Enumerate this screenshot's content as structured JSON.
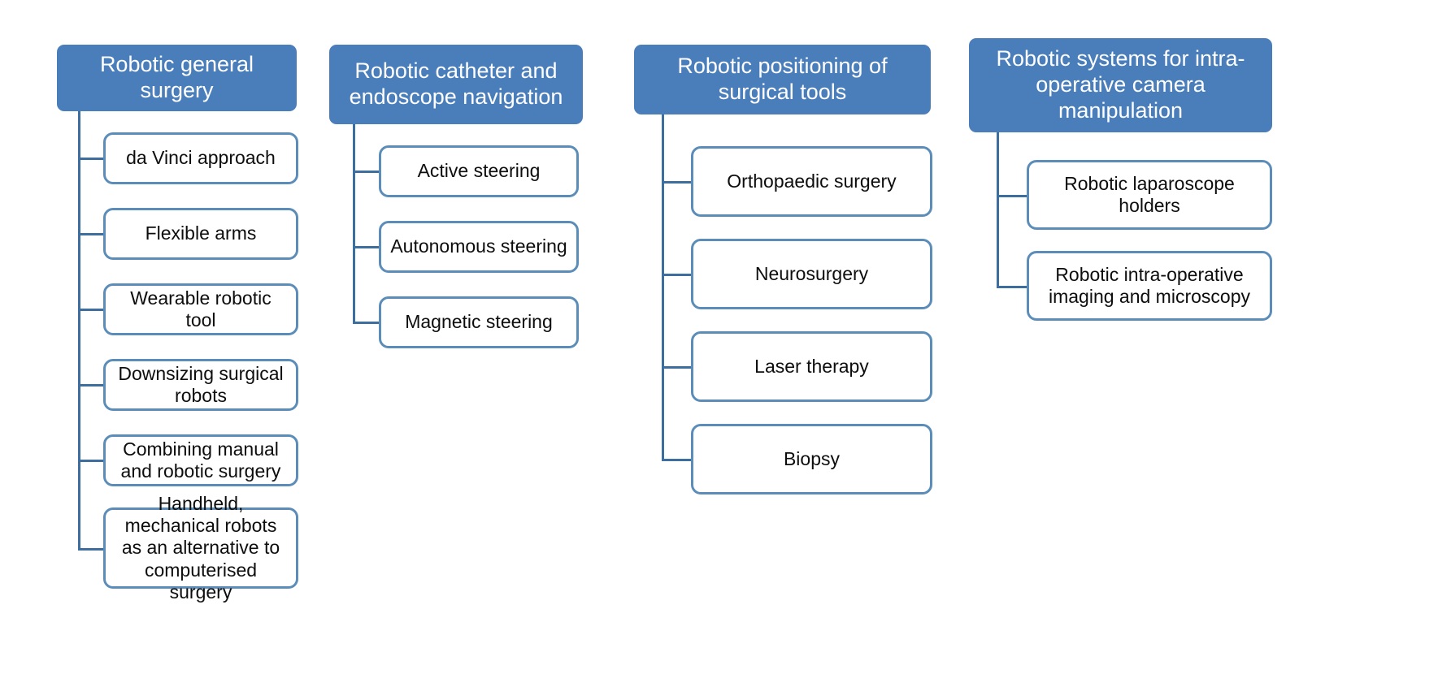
{
  "diagram": {
    "title": "Robotic surgery research areas taxonomy",
    "type": "tree-chart",
    "background_color": "#FFFFFF",
    "header_fill_color": "#4A7EBB",
    "header_text_color": "#FFFFFF",
    "child_border_color": "#5B8DB8",
    "child_fill_color": "#FFFFFF",
    "child_text_color": "#0D0D0D",
    "connector_color": "#3C6E9F",
    "columns": [
      {
        "header": "Robotic general surgery",
        "children": [
          "da Vinci approach",
          "Flexible arms",
          "Wearable robotic tool",
          "Downsizing surgical robots",
          "Combining manual and robotic surgery",
          "Handheld, mechanical robots as an alternative to computerised surgery"
        ]
      },
      {
        "header": "Robotic catheter and endoscope navigation",
        "children": [
          "Active steering",
          "Autonomous steering",
          "Magnetic steering"
        ]
      },
      {
        "header": "Robotic positioning of surgical tools",
        "children": [
          "Orthopaedic surgery",
          "Neurosurgery",
          "Laser therapy",
          "Biopsy"
        ]
      },
      {
        "header": "Robotic systems for intra-operative camera manipulation",
        "children": [
          "Robotic laparoscope holders",
          "Robotic intra-operative imaging and microscopy"
        ]
      }
    ]
  }
}
